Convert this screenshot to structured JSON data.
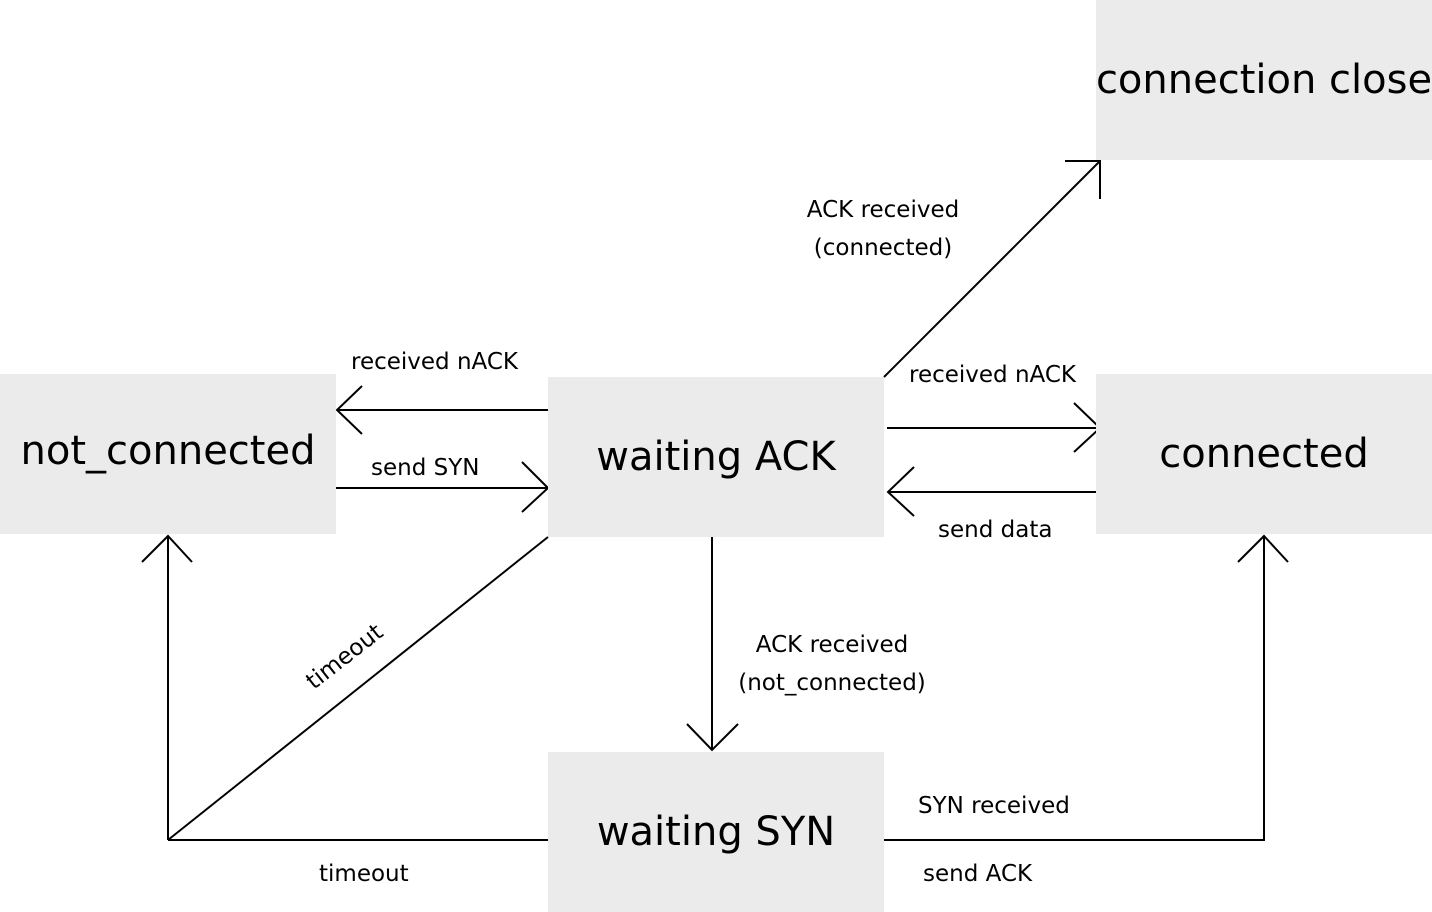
{
  "states": {
    "not_connected": "not_connected",
    "waiting_ack": "waiting ACK",
    "connected": "connected",
    "connection_close": "connection close",
    "waiting_syn": "waiting SYN"
  },
  "transitions": {
    "wa_to_nc": "received nACK",
    "nc_to_wa": "send SYN",
    "wa_to_conn": "received nACK",
    "conn_to_wa": "send data",
    "wa_to_close": [
      "ACK received",
      "(connected)"
    ],
    "wa_to_ws": [
      "ACK received",
      "(not_connected)"
    ],
    "wa_timeout": "timeout",
    "ws_timeout": "timeout",
    "ws_to_conn_top": "SYN received",
    "ws_to_conn_bottom": "send ACK"
  },
  "colors": {
    "state_fill": "#ebebeb",
    "line": "#000000",
    "text": "#000000"
  }
}
